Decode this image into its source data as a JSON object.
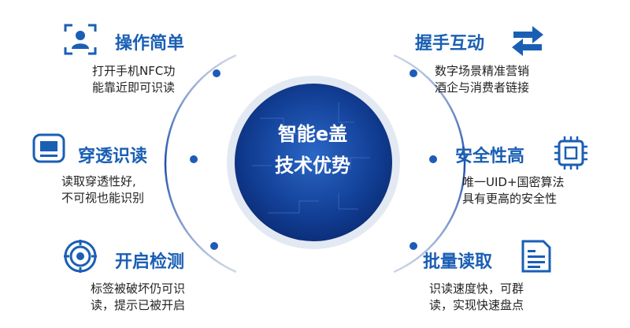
{
  "center": {
    "line1": "智能e盖",
    "line2": "技术优势"
  },
  "features": [
    {
      "id": "easy-operation",
      "title": "操作简单",
      "desc1": "打开手机NFC功",
      "desc2": "能靠近即可识读",
      "icon": "user-scan-icon"
    },
    {
      "id": "penetration-read",
      "title": "穿透识读",
      "desc1": "读取穿透性好,",
      "desc2": "不可视也能识别",
      "icon": "monitor-icon"
    },
    {
      "id": "open-detect",
      "title": "开启检测",
      "desc1": "标签被破坏仍可识",
      "desc2": "读，提示已被开启",
      "icon": "target-icon"
    },
    {
      "id": "interaction",
      "title": "握手互动",
      "desc1": "数字场景精准营销",
      "desc2": "酒企与消费者链接",
      "icon": "exchange-arrows-icon"
    },
    {
      "id": "security",
      "title": "安全性高",
      "desc1": "唯一UID+国密算法",
      "desc2": "具有更高的安全性",
      "icon": "chip-icon"
    },
    {
      "id": "batch-read",
      "title": "批量读取",
      "desc1": "识读速度快，可群",
      "desc2": "读，实现快速盘点",
      "icon": "document-list-icon"
    }
  ],
  "colors": {
    "primary": "#1a5fb4",
    "dark": "#0d3c8c",
    "dot": "#1e5bb8"
  }
}
